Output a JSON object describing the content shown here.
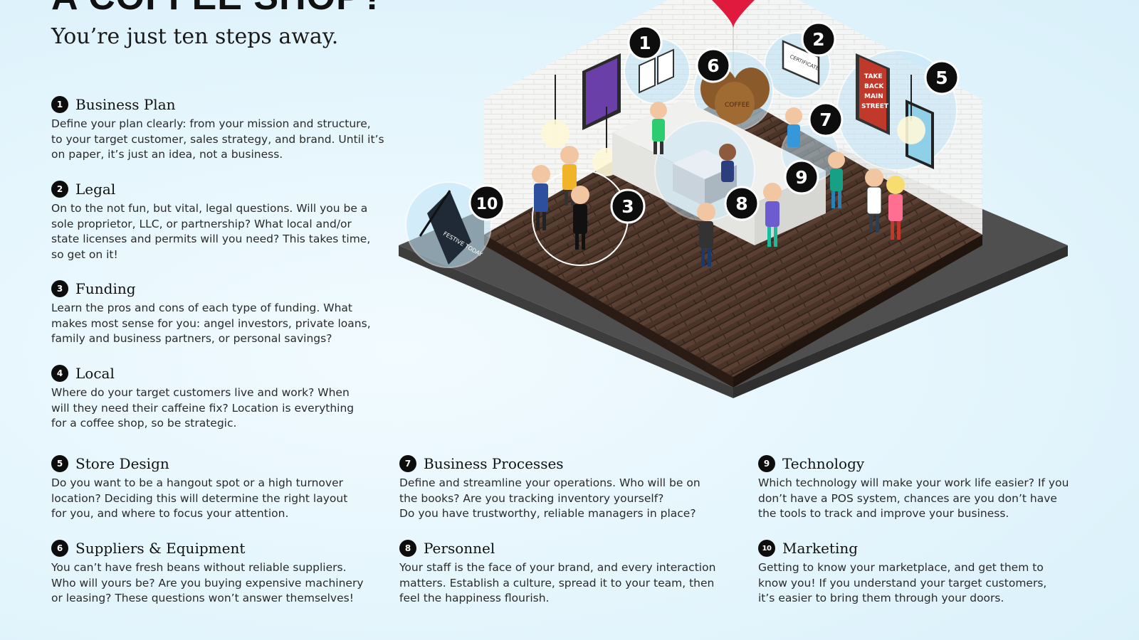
{
  "header": {
    "headline": "A COFFEE SHOP?",
    "subhead": "You’re just ten steps away."
  },
  "steps": [
    {
      "num": "1",
      "title": "Business Plan",
      "body": "Define your plan clearly: from your mission and structure,\nto your target customer, sales strategy, and brand. Until it’s\non paper, it’s just an idea, not a business."
    },
    {
      "num": "2",
      "title": "Legal",
      "body": "On to the not fun, but vital, legal questions. Will you be a\nsole proprietor, LLC, or partnership? What local and/or\nstate licenses and permits will you need? This takes time,\nso get on it!"
    },
    {
      "num": "3",
      "title": "Funding",
      "body": "Learn the pros and cons of each type of funding. What\nmakes most sense for you: angel investors, private loans,\nfamily and business partners, or personal savings?"
    },
    {
      "num": "4",
      "title": "Local",
      "body": "Where do your target customers live and work? When\nwill they need their caffeine fix? Location is everything\nfor a coffee shop, so be strategic."
    },
    {
      "num": "5",
      "title": "Store Design",
      "body": "Do you want to be a hangout spot or a high turnover\nlocation? Deciding this will determine the right layout\nfor you, and where to focus your attention."
    },
    {
      "num": "6",
      "title": "Suppliers & Equipment",
      "body": "You can’t have fresh beans without reliable suppliers.\nWho will yours be? Are you buying expensive machinery\nor leasing? These questions won’t answer themselves!"
    },
    {
      "num": "7",
      "title": "Business Processes",
      "body": "Define and streamline your operations. Who will be on\nthe books? Are you tracking inventory yourself?\nDo you have trustworthy, reliable managers in place?"
    },
    {
      "num": "8",
      "title": "Personnel",
      "body": "Your staff is the face of your brand, and every interaction\nmatters. Establish a culture, spread it to your team, then\nfeel the happiness flourish."
    },
    {
      "num": "9",
      "title": "Technology",
      "body": "Which technology will make your work life easier? If you\ndon’t have a POS system, chances are you don’t have\nthe tools to track and improve your business."
    },
    {
      "num": "10",
      "title": "Marketing",
      "body": "Getting to know your marketplace, and get them to\nknow you! If you understand your target customers,\nit’s easier to bring them through your doors."
    }
  ],
  "illustration": {
    "certificate_text": "CERTIFICATE",
    "poster_lines": [
      "TAKE",
      "BACK",
      "MAIN",
      "STREET"
    ],
    "sack_text": "COFFEE",
    "sign_text": "FESTIVE TODAY"
  },
  "colors": {
    "floor": "#4a3428",
    "wall": "#f4f4f2",
    "base": "#5f5f5f",
    "badge": "#0d0d0d",
    "pin": "#e0193f"
  }
}
